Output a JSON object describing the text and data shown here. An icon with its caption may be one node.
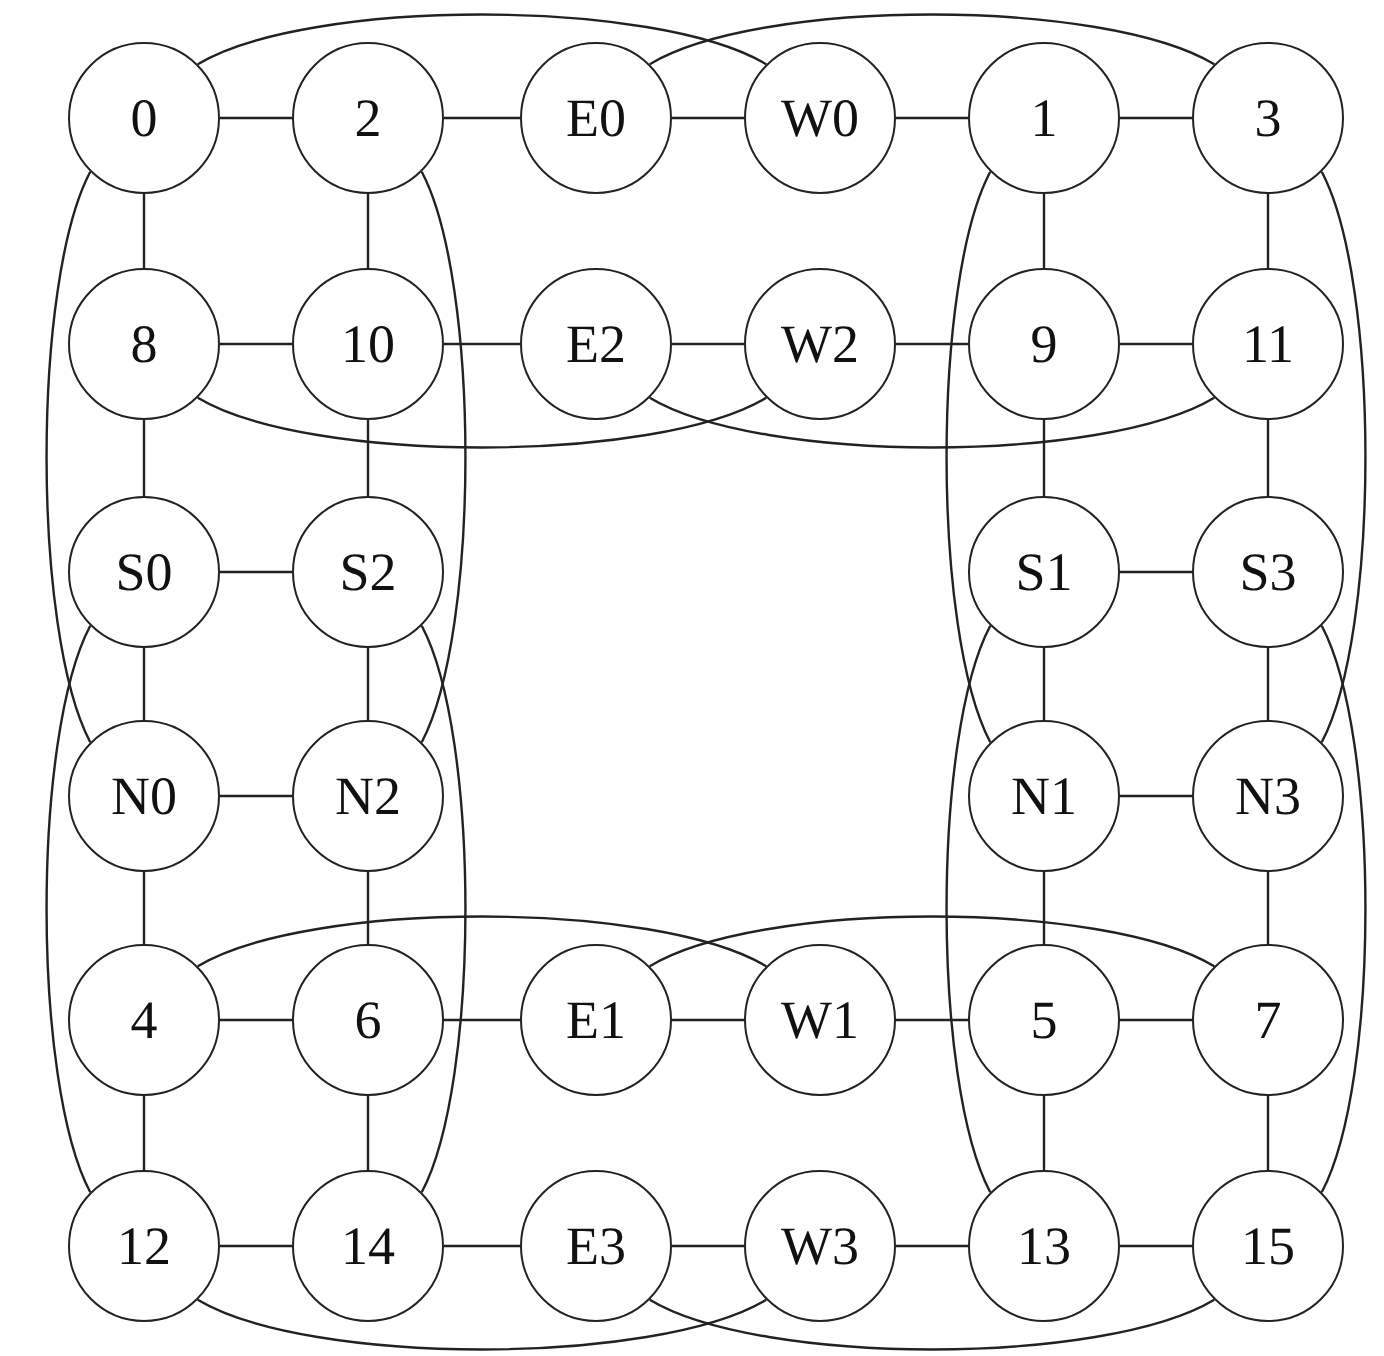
{
  "diagram": {
    "nodes": [
      {
        "text": [
          "0"
        ]
      },
      {
        "text": [
          "2"
        ]
      },
      {
        "text": [
          "E0"
        ]
      },
      {
        "text": [
          "W0"
        ]
      },
      {
        "text": [
          "1"
        ]
      },
      {
        "text": [
          "3"
        ]
      },
      {
        "text": [
          "8"
        ]
      },
      {
        "text": [
          "10"
        ]
      },
      {
        "text": [
          "E2"
        ]
      },
      {
        "text": [
          "W2"
        ]
      },
      {
        "text": [
          "9"
        ]
      },
      {
        "text": [
          "11"
        ]
      },
      {
        "text": [
          "S0"
        ]
      },
      {
        "text": [
          "S2"
        ]
      },
      {
        "text": [
          "S1"
        ]
      },
      {
        "text": [
          "S3"
        ]
      },
      {
        "text": [
          "N0"
        ]
      },
      {
        "text": [
          "N2"
        ]
      },
      {
        "text": [
          "N1"
        ]
      },
      {
        "text": [
          "N3"
        ]
      },
      {
        "text": [
          "4"
        ]
      },
      {
        "text": [
          "6"
        ]
      },
      {
        "text": [
          "E1"
        ]
      },
      {
        "text": [
          "W1"
        ]
      },
      {
        "text": [
          "5"
        ]
      },
      {
        "text": [
          "7"
        ]
      },
      {
        "text": [
          "12"
        ]
      },
      {
        "text": [
          "14"
        ]
      },
      {
        "text": [
          "E3"
        ]
      },
      {
        "text": [
          "W3"
        ]
      },
      {
        "text": [
          "13"
        ]
      },
      {
        "text": [
          "15"
        ]
      }
    ],
    "edges": [
      {
        "from": 0,
        "to": 1,
        "arrow": "none"
      },
      {
        "from": 1,
        "to": 2,
        "arrow": "none"
      },
      {
        "from": 2,
        "to": 3,
        "arrow": "none"
      },
      {
        "from": 3,
        "to": 4,
        "arrow": "none"
      },
      {
        "from": 4,
        "to": 5,
        "arrow": "none"
      },
      {
        "from": 6,
        "to": 7,
        "arrow": "none"
      },
      {
        "from": 7,
        "to": 8,
        "arrow": "none"
      },
      {
        "from": 8,
        "to": 9,
        "arrow": "none"
      },
      {
        "from": 9,
        "to": 10,
        "arrow": "none"
      },
      {
        "from": 10,
        "to": 11,
        "arrow": "none"
      },
      {
        "from": 12,
        "to": 13,
        "arrow": "none"
      },
      {
        "from": 14,
        "to": 15,
        "arrow": "none"
      },
      {
        "from": 16,
        "to": 17,
        "arrow": "none"
      },
      {
        "from": 18,
        "to": 19,
        "arrow": "none"
      },
      {
        "from": 20,
        "to": 21,
        "arrow": "none"
      },
      {
        "from": 21,
        "to": 22,
        "arrow": "none"
      },
      {
        "from": 22,
        "to": 23,
        "arrow": "none"
      },
      {
        "from": 23,
        "to": 24,
        "arrow": "none"
      },
      {
        "from": 24,
        "to": 25,
        "arrow": "none"
      },
      {
        "from": 26,
        "to": 27,
        "arrow": "none"
      },
      {
        "from": 27,
        "to": 28,
        "arrow": "none"
      },
      {
        "from": 28,
        "to": 29,
        "arrow": "none"
      },
      {
        "from": 29,
        "to": 30,
        "arrow": "none"
      },
      {
        "from": 30,
        "to": 31,
        "arrow": "none"
      },
      {
        "from": 0,
        "to": 6,
        "arrow": "none"
      },
      {
        "from": 6,
        "to": 12,
        "arrow": "none"
      },
      {
        "from": 12,
        "to": 16,
        "arrow": "none"
      },
      {
        "from": 16,
        "to": 20,
        "arrow": "none"
      },
      {
        "from": 20,
        "to": 26,
        "arrow": "none"
      },
      {
        "from": 1,
        "to": 7,
        "arrow": "none"
      },
      {
        "from": 7,
        "to": 13,
        "arrow": "none"
      },
      {
        "from": 13,
        "to": 17,
        "arrow": "none"
      },
      {
        "from": 17,
        "to": 21,
        "arrow": "none"
      },
      {
        "from": 21,
        "to": 27,
        "arrow": "none"
      },
      {
        "from": 4,
        "to": 10,
        "arrow": "none"
      },
      {
        "from": 10,
        "to": 14,
        "arrow": "none"
      },
      {
        "from": 14,
        "to": 18,
        "arrow": "none"
      },
      {
        "from": 18,
        "to": 24,
        "arrow": "none"
      },
      {
        "from": 24,
        "to": 30,
        "arrow": "none"
      },
      {
        "from": 5,
        "to": 11,
        "arrow": "none"
      },
      {
        "from": 11,
        "to": 15,
        "arrow": "none"
      },
      {
        "from": 15,
        "to": 19,
        "arrow": "none"
      },
      {
        "from": 19,
        "to": 25,
        "arrow": "none"
      },
      {
        "from": 25,
        "to": 31,
        "arrow": "none"
      },
      {
        "from": 0,
        "to": 3,
        "arrow": "none"
      },
      {
        "from": 2,
        "to": 5,
        "arrow": "none"
      },
      {
        "from": 6,
        "to": 9,
        "arrow": "none"
      },
      {
        "from": 8,
        "to": 11,
        "arrow": "none"
      },
      {
        "from": 20,
        "to": 23,
        "arrow": "none"
      },
      {
        "from": 22,
        "to": 25,
        "arrow": "none"
      },
      {
        "from": 26,
        "to": 29,
        "arrow": "none"
      },
      {
        "from": 28,
        "to": 31,
        "arrow": "none"
      },
      {
        "from": 0,
        "to": 16,
        "arrow": "none"
      },
      {
        "from": 12,
        "to": 26,
        "arrow": "none"
      },
      {
        "from": 1,
        "to": 17,
        "arrow": "none"
      },
      {
        "from": 13,
        "to": 27,
        "arrow": "none"
      },
      {
        "from": 4,
        "to": 18,
        "arrow": "none"
      },
      {
        "from": 14,
        "to": 30,
        "arrow": "none"
      },
      {
        "from": 5,
        "to": 19,
        "arrow": "none"
      },
      {
        "from": 15,
        "to": 31,
        "arrow": "none"
      }
    ]
  }
}
